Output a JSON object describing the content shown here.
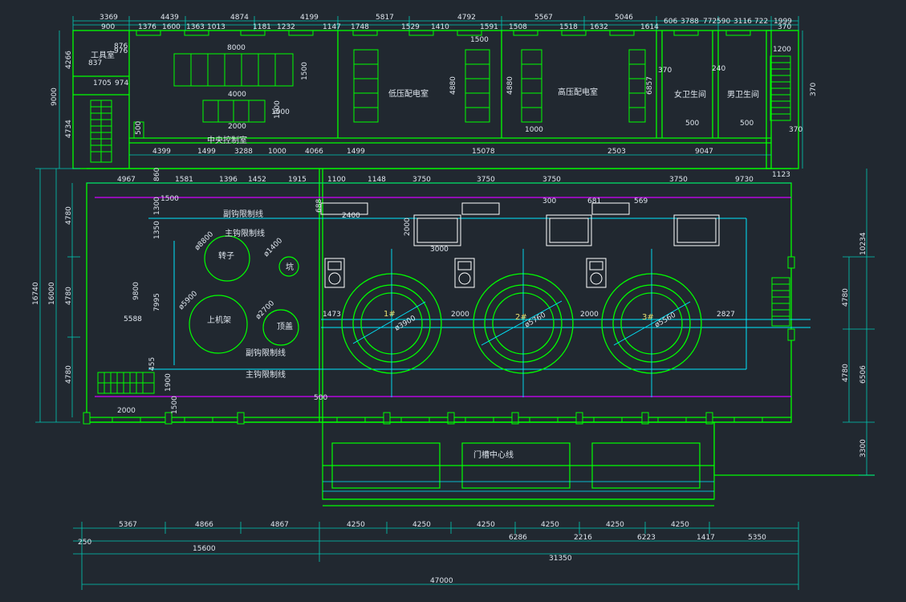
{
  "drawing": {
    "colors": {
      "background": "#212830",
      "wall": "#00ff00",
      "dimension": "#00c8b4",
      "purple": "#d300ff",
      "cyan": "#00e8ff",
      "white": "#ffffff",
      "text": "#dfe6ee",
      "yellow": "#e8e070"
    },
    "room_labels": {
      "control_room": "中央控制室",
      "tool_room": "工具室",
      "low_voltage": "低压配电室",
      "high_voltage": "高压配电室",
      "female_wc": "女卫生间",
      "male_wc": "男卫生间",
      "door_center": "门槽中心线"
    },
    "equipment_labels": {
      "sub_limit_top": "副钩限制线",
      "main_limit_top": "主钩限制线",
      "sub_limit_bottom": "副钩限制线",
      "main_limit_bottom": "主钩限制线",
      "rotor": "转子",
      "upper_frame": "上机架",
      "top_cover": "顶盖",
      "pit": "坑",
      "unit1": "1#",
      "unit2": "2#",
      "unit3": "3#",
      "rotor_dia": "ø8800",
      "cover_dia": "ø1400",
      "frame_dia": "ø5900",
      "top_cover_dia": "ø2700",
      "unit1_dia": "ø3900",
      "unit2_dia": "ø5760",
      "unit3_dia": "ø5560"
    },
    "dimensions": {
      "top_row": [
        "3369",
        "4439",
        "4874",
        "4199",
        "5817",
        "4792",
        "5567",
        "5046",
        "606",
        "3788",
        "772",
        "590",
        "3116",
        "722",
        "1999"
      ],
      "top_sub": [
        "900",
        "1376",
        "1600",
        "1363",
        "1013",
        "1181",
        "1232",
        "1147",
        "1748",
        "1529",
        "1410",
        "1591",
        "1508",
        "1518",
        "1632",
        "1614",
        "370"
      ],
      "corridor_top": [
        "4399",
        "1499",
        "3288",
        "1000",
        "4066",
        "1499",
        "15078",
        "2503",
        "9047"
      ],
      "corridor_bottom": [
        "4967",
        "1581",
        "1396",
        "1452",
        "1915",
        "1100",
        "1148",
        "3750",
        "3750",
        "3750",
        "3750",
        "9730",
        "1123"
      ],
      "bottom_row1": [
        "5367",
        "4866",
        "4867",
        "4250",
        "4250",
        "4250",
        "4250",
        "4250",
        "4250"
      ],
      "bottom_row2": [
        "6286",
        "2216",
        "6223",
        "1417",
        "5350"
      ],
      "left_offset": "250",
      "total_left": "15600",
      "total_right": "31350",
      "total": "47000",
      "left_vertical": [
        "16740",
        "16000",
        "4780",
        "4780",
        "4780",
        "9800",
        "7995",
        "1300",
        "1350"
      ],
      "left_upper": [
        "9000",
        "4266",
        "4734"
      ],
      "right_vertical": [
        "10234",
        "6506",
        "4780",
        "4780",
        "3300"
      ],
      "misc": [
        "8000",
        "1500",
        "4000",
        "2000",
        "1000",
        "500",
        "4880",
        "4880",
        "6857",
        "1000",
        "370",
        "240",
        "500",
        "500",
        "1200",
        "370",
        "370",
        "837",
        "1705",
        "974",
        "876",
        "976",
        "5588",
        "2400",
        "2000",
        "3000",
        "300",
        "681",
        "569",
        "688",
        "1473",
        "2000",
        "2000",
        "2827",
        "455",
        "1900",
        "2000",
        "1500",
        "500",
        "860",
        "1500",
        "1000",
        "1500"
      ]
    }
  }
}
